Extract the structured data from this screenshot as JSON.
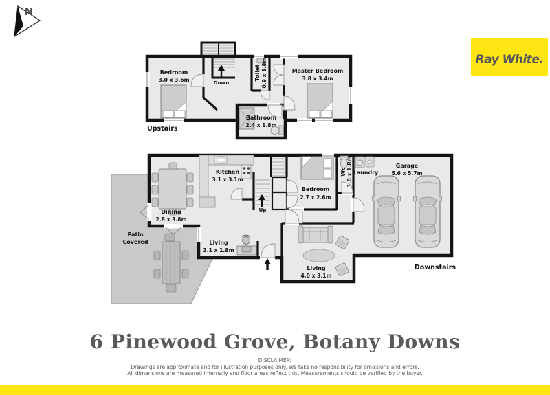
{
  "compass": {
    "label": "N"
  },
  "logo": {
    "brand": "Ray White."
  },
  "upstairs": {
    "floor_label": "Upstairs",
    "stair_label": "Down",
    "rooms": {
      "bedroom": {
        "name": "Bedroom",
        "dims": "3.0 x 3.6m"
      },
      "master": {
        "name": "Master Bedroom",
        "dims": "3.8 x 3.4m"
      },
      "toilet": {
        "name": "Toilet",
        "dims": "0.9 x 1.8m"
      },
      "bathroom": {
        "name": "Bathroom",
        "dims": "2.4 x 1.8m"
      }
    }
  },
  "downstairs": {
    "floor_label": "Downstairs",
    "stair_label": "Up",
    "rooms": {
      "kitchen": {
        "name": "Kitchen",
        "dims": "3.1 x 3.1m"
      },
      "dining": {
        "name": "Dining",
        "dims": "2.8 x 3.8m"
      },
      "patio": {
        "name": "Patio",
        "subtitle": "Covered"
      },
      "living_small": {
        "name": "Living",
        "dims": "3.1 x 1.8m"
      },
      "living_large": {
        "name": "Living",
        "dims": "4.0 x 3.1m"
      },
      "bedroom": {
        "name": "Bedroom",
        "dims": "2.7 x 2.6m"
      },
      "wc": {
        "name": "Wc",
        "dims": "1.0 x 1.8m"
      },
      "laundry": {
        "name": "Laundry"
      },
      "garage": {
        "name": "Garage",
        "dims": "5.6 x 5.7m"
      }
    }
  },
  "address": "6 Pinewood Grove, Botany Downs",
  "disclaimer": {
    "heading": "DISCLAIMER:",
    "line1": "Drawings are approximate and for illustration purposes only. We take no responsibility for omissions and errors.",
    "line2": "All dimensions are measured internally and floor areas reflect this. Measurements should be verified by the buyer."
  },
  "colors": {
    "brand_yellow": "#FFE512",
    "brand_gray": "#55575B",
    "wall": "#141414",
    "floor": "#EAEAEA",
    "patio": "#C9C9C9",
    "title_gray": "#595A5E"
  }
}
